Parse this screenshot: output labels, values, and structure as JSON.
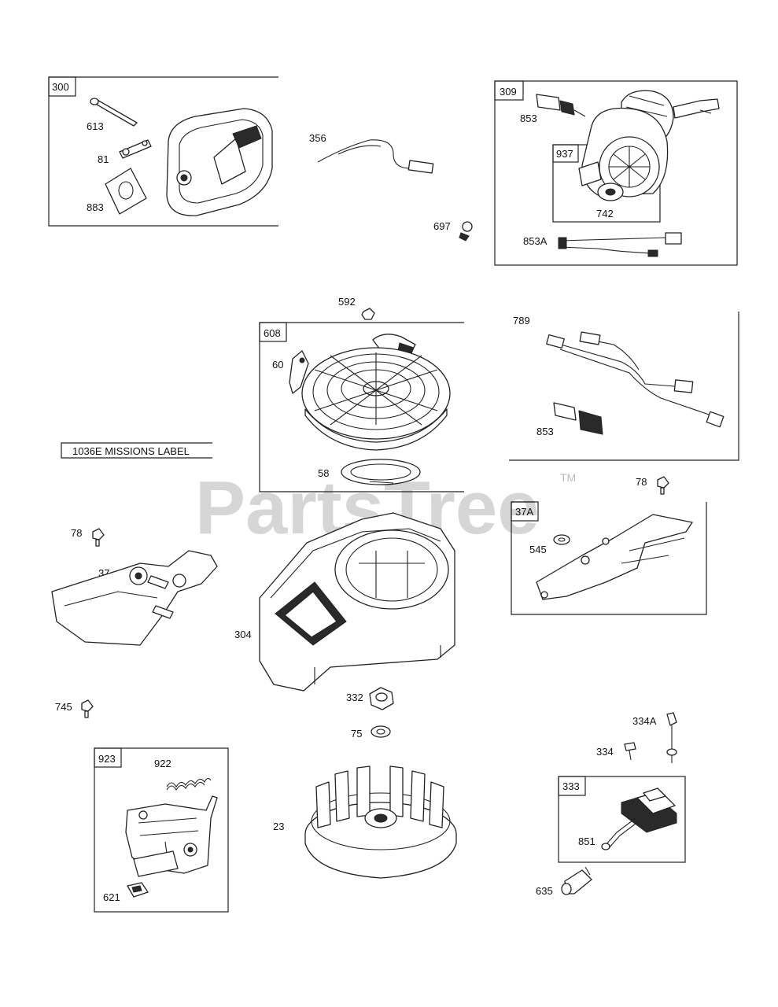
{
  "diagram": {
    "watermark": "PartsTree",
    "trademark": "TM",
    "box_labels": {
      "b300": "300",
      "b309": "309",
      "b937": "937",
      "b608": "608",
      "b789": "789",
      "b37a": "37A",
      "b923": "923",
      "b333": "333"
    },
    "caption_label": "1036E MISSIONS LABEL",
    "callouts": {
      "c613": "613",
      "c81": "81",
      "c883": "883",
      "c356": "356",
      "c697": "697",
      "c853": "853",
      "c742": "742",
      "c853a": "853A",
      "c592": "592",
      "c60": "60",
      "c58": "58",
      "c789b": "853",
      "c78a": "78",
      "c78b": "78",
      "c37": "37",
      "c545": "545",
      "c304": "304",
      "c745": "745",
      "c332": "332",
      "c75": "75",
      "c922": "922",
      "c23": "23",
      "c621": "621",
      "c334a": "334A",
      "c334": "334",
      "c851": "851",
      "c635": "635"
    }
  }
}
